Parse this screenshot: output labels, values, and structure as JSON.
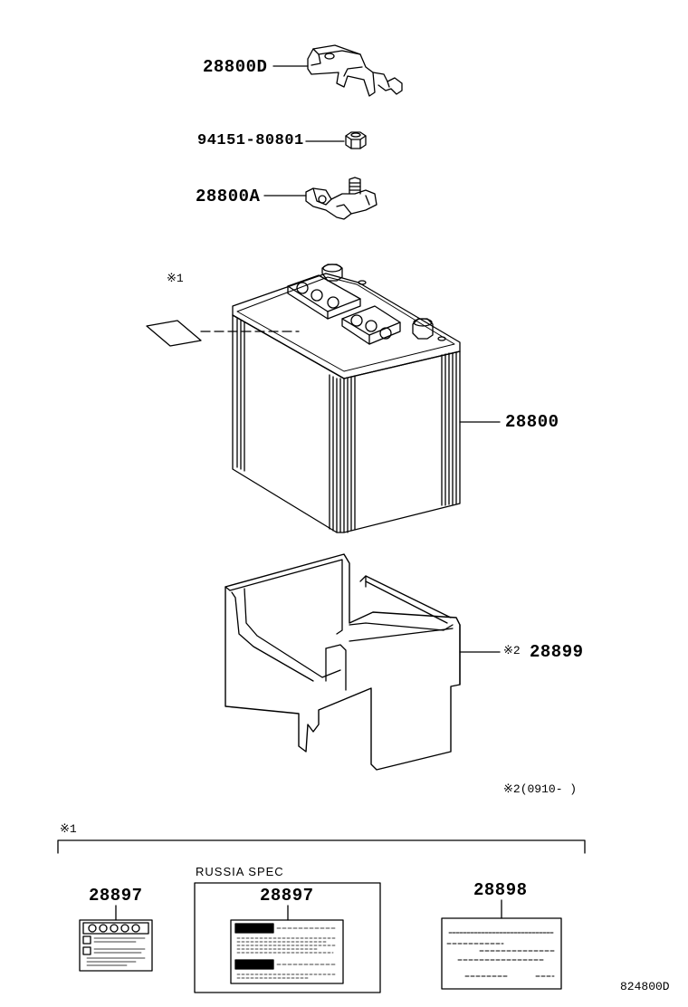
{
  "callouts": {
    "battery_clamp_cover": "28800D",
    "nut": "94151-80801",
    "terminal_clamp": "28800A",
    "battery": "28800",
    "battery_tray_mark": "※2",
    "battery_tray": "28899"
  },
  "notes": {
    "label_ref_mark": "※1",
    "applicability_note": "※2(0910-     )",
    "bracket_group_mark": "※1"
  },
  "labels_section": {
    "label_1_part": "28897",
    "russia_spec_heading": "RUSSIA SPEC",
    "label_2_part": "28897",
    "label_3_part": "28898"
  },
  "diagram_code": "824800D"
}
